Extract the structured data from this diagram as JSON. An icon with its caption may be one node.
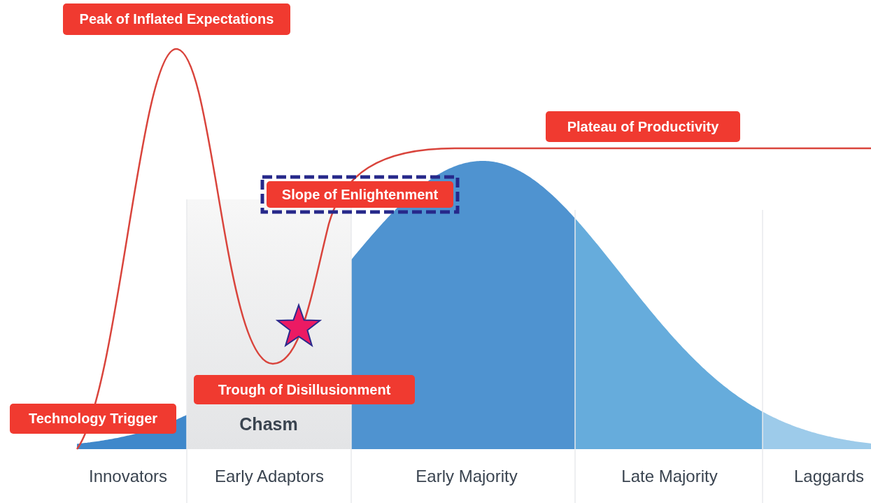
{
  "diagram": {
    "nodes": [
      {
        "text": [
          "Peak of Inflated Expectations"
        ]
      },
      {
        "text": [
          "Plateau of Productivity"
        ]
      },
      {
        "text": [
          "Slope of Enlightenment"
        ]
      },
      {
        "text": [
          "Trough of Disillusionment"
        ]
      },
      {
        "text": [
          "Technology Trigger"
        ]
      }
    ],
    "labels": [
      "Chasm",
      "Innovators",
      "Early Adaptors",
      "Early Majority",
      "Late Majority",
      "Laggards"
    ]
  }
}
